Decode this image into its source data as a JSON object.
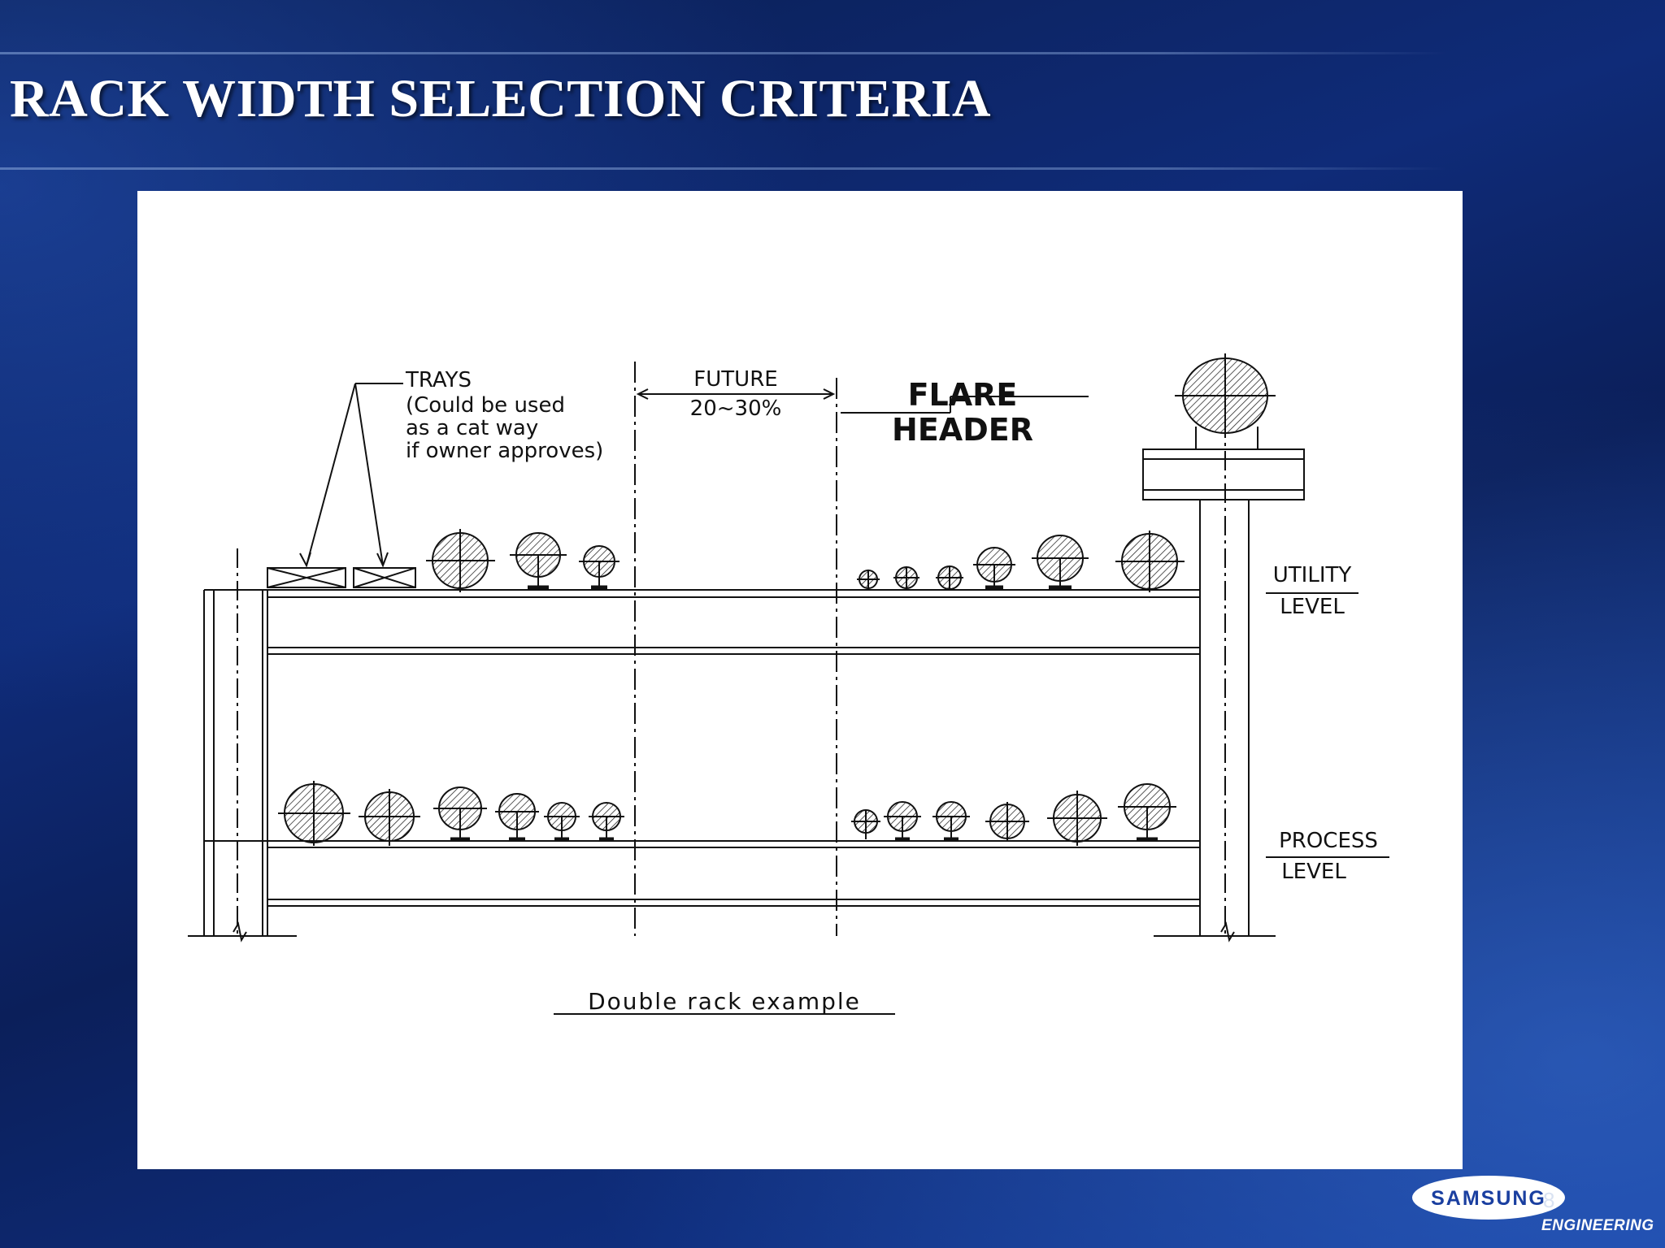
{
  "slide": {
    "title": "RACK WIDTH SELECTION CRITERIA",
    "page_number": "8"
  },
  "diagram": {
    "trays_label": [
      "TRAYS",
      "(Could be used",
      "as a cat way",
      "if owner approves)"
    ],
    "future_label": [
      "FUTURE",
      "20~30%"
    ],
    "flare_label": [
      "FLARE",
      "HEADER"
    ],
    "utility_label": [
      "UTILITY",
      "LEVEL"
    ],
    "process_label": [
      "PROCESS",
      "LEVEL"
    ],
    "caption": "Double rack example"
  },
  "logo": {
    "brand": "SAMSUNG",
    "sub": "ENGINEERING",
    "brand_color": "#1a3fa0"
  }
}
